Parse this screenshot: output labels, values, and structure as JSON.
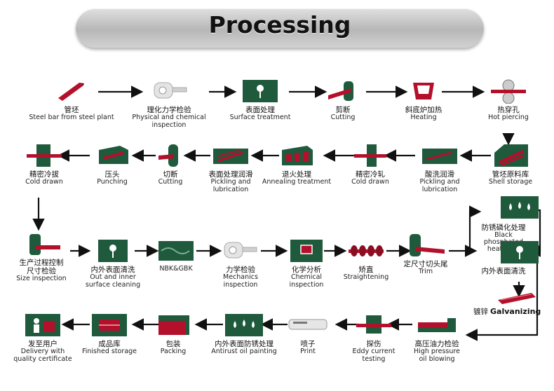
{
  "title": "Processing",
  "row1": [
    {
      "zh": "管坯",
      "en": "Steel bar from steel plant",
      "icon": "steel-bar-icon"
    },
    {
      "zh": "理化力学检验",
      "en": "Physical and chemical\ninspection",
      "icon": "inspection-machine-icon"
    },
    {
      "zh": "表面处理",
      "en": "Surface treatment",
      "icon": "green-box-icon"
    },
    {
      "zh": "剪断",
      "en": "Cutting",
      "icon": "cutting-icon"
    },
    {
      "zh": "斜底炉加热",
      "en": "Heating",
      "icon": "furnace-icon"
    },
    {
      "zh": "热穿孔",
      "en": "Hot piercing",
      "icon": "piercing-icon"
    }
  ],
  "row2": [
    {
      "zh": "精密冷拔",
      "en": "Cold drawn",
      "icon": "cold-drawn-icon"
    },
    {
      "zh": "压头",
      "en": "Punching",
      "icon": "punching-icon"
    },
    {
      "zh": "切断",
      "en": "Cutting",
      "icon": "cutter-icon"
    },
    {
      "zh": "表面处理润滑",
      "en": "Pickling and\nlubrication",
      "icon": "pickling-tank-icon"
    },
    {
      "zh": "退火处理",
      "en": "Annealing treatment",
      "icon": "annealing-icon"
    },
    {
      "zh": "精密冷轧",
      "en": "Cold drawn",
      "icon": "cold-roll-icon"
    },
    {
      "zh": "酸洗润滑",
      "en": "Pickling and\nlubrication",
      "icon": "acid-tank-icon"
    },
    {
      "zh": "管坯原料库",
      "en": "Shell storage",
      "icon": "shell-storage-icon"
    }
  ],
  "row3": [
    {
      "zh": "生产过程控制\n尺寸检验",
      "en": "Size inspection",
      "icon": "size-inspection-icon"
    },
    {
      "zh": "内外表面清洗",
      "en": "Out and inner\nsurface cleaning",
      "icon": "cleaning-icon"
    },
    {
      "zh": "",
      "en": "NBK&GBK",
      "icon": "furnace-box-icon"
    },
    {
      "zh": "力学检验",
      "en": "Mechanics\ninspection",
      "icon": "mechanics-machine-icon"
    },
    {
      "zh": "化学分析",
      "en": "Chemical\ninspection",
      "icon": "chemical-icon"
    },
    {
      "zh": "矫直",
      "en": "Straightening",
      "icon": "straightening-icon"
    },
    {
      "zh": "定尺寸切头尾",
      "en": "Trim",
      "icon": "trim-icon"
    }
  ],
  "side": [
    {
      "zh": "防锈磷化处理",
      "en": "Black\nphosphated\nheatment",
      "icon": "drops-icon"
    },
    {
      "zh": "内外表面清洗",
      "en": "",
      "icon": "clean-box-icon"
    }
  ],
  "galvanizing": {
    "zh": "镀锌",
    "en": "Galvanizing"
  },
  "row4": [
    {
      "zh": "发至用户",
      "en": "Delivery with\nquality certificate",
      "icon": "delivery-icon"
    },
    {
      "zh": "成品库",
      "en": "Finished storage",
      "icon": "storage-icon"
    },
    {
      "zh": "包装",
      "en": "Packing",
      "icon": "packing-icon"
    },
    {
      "zh": "内外表面防锈处理",
      "en": "Antirust oil painting",
      "icon": "oil-drops-icon"
    },
    {
      "zh": "喷子",
      "en": "Print",
      "icon": "print-tube-icon"
    },
    {
      "zh": "探伤",
      "en": "Eddy current\ntesting",
      "icon": "eddy-icon"
    },
    {
      "zh": "高压油力检验",
      "en": "High pressure\noil blowing",
      "icon": "pressure-icon"
    }
  ],
  "colors": {
    "green": "#1f5a3c",
    "red": "#b3102b",
    "title_gray": "#c6c6c6"
  }
}
